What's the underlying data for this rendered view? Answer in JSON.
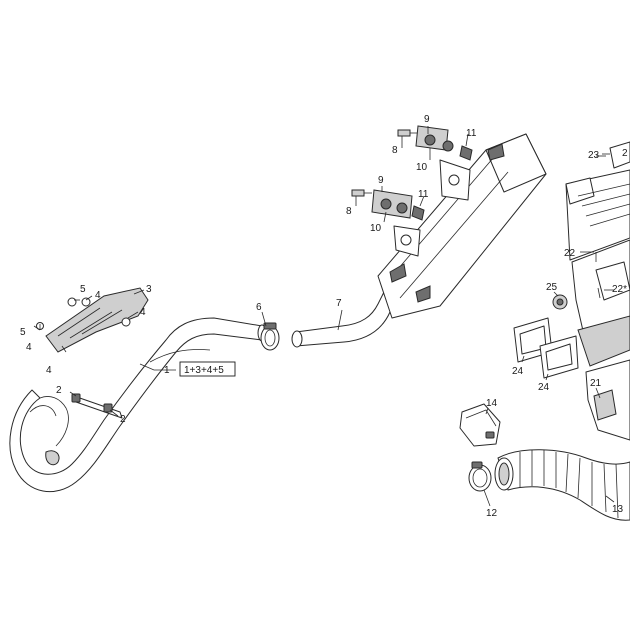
{
  "callouts": {
    "c1": "1",
    "c2a": "2",
    "c2b": "2",
    "c3": "3",
    "c4a": "4",
    "c4b": "4",
    "c4c": "4",
    "c5a": "5",
    "c5b": "5",
    "c6": "6",
    "c7": "7",
    "c8a": "8",
    "c8b": "8",
    "c9a": "9",
    "c9b": "9",
    "c10a": "10",
    "c10b": "10",
    "c11a": "11",
    "c11b": "11",
    "c12": "12",
    "c13": "13",
    "c14": "14",
    "c21": "21",
    "c22a": "22",
    "c22b": "22*",
    "c23": "23",
    "c24a": "24",
    "c24b": "24",
    "c25": "25",
    "cEdge": "2"
  },
  "kit_label": "1+3+4+5"
}
